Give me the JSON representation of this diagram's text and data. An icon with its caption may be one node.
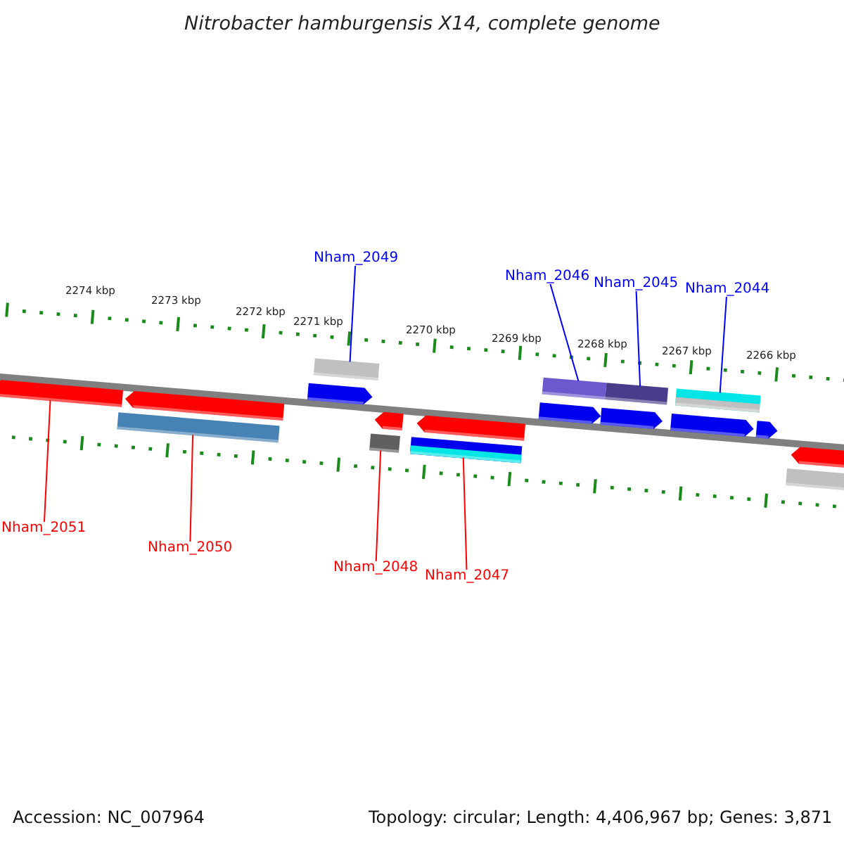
{
  "diagram": {
    "title": "Nitrobacter hamburgensis X14, complete genome",
    "nodes": [
      {
        "text": [
          "Nham_2049"
        ]
      },
      {
        "text": [
          "Nham_2046"
        ]
      },
      {
        "text": [
          "Nham_2045"
        ]
      },
      {
        "text": [
          "Nham_2044"
        ]
      },
      {
        "text": [
          "Nham_2051"
        ]
      },
      {
        "text": [
          "Nham_2050"
        ]
      },
      {
        "text": [
          "Nham_2048"
        ]
      },
      {
        "text": [
          "Nham_2047"
        ]
      },
      {
        "text": [],
        "shape": "arrow"
      },
      {
        "text": [],
        "shape": "bar"
      },
      {
        "text": [],
        "shape": "arrow"
      },
      {
        "text": [],
        "shape": "arrow"
      },
      {
        "text": [],
        "shape": "bar"
      },
      {
        "text": [],
        "shape": "bar"
      },
      {
        "text": [],
        "shape": "arrow"
      },
      {
        "text": [],
        "shape": "bar"
      },
      {
        "text": [],
        "shape": "arrow"
      },
      {
        "text": [],
        "shape": "arrow"
      },
      {
        "text": [],
        "shape": "bar"
      },
      {
        "text": [],
        "shape": "arrow"
      },
      {
        "text": [],
        "shape": "bar"
      },
      {
        "text": [],
        "shape": "arrow"
      },
      {
        "text": [],
        "shape": "bar"
      },
      {
        "text": [],
        "shape": "arrow"
      },
      {
        "text": [],
        "shape": "bar"
      },
      {
        "text": [],
        "shape": "arrow"
      }
    ],
    "edges": [
      {
        "from": 0,
        "to": 12,
        "arrow": "none",
        "color": "#0000ff"
      },
      {
        "from": 1,
        "to": 18,
        "arrow": "none",
        "color": "#0000ff"
      },
      {
        "from": 2,
        "to": 20,
        "arrow": "none",
        "color": "#0000ff"
      },
      {
        "from": 3,
        "to": 22,
        "arrow": "none",
        "color": "#0000ff"
      },
      {
        "from": 4,
        "to": 8,
        "arrow": "none",
        "color": "#ff0000"
      },
      {
        "from": 5,
        "to": 9,
        "arrow": "none",
        "color": "#ff0000"
      },
      {
        "from": 6,
        "to": 13,
        "arrow": "none",
        "color": "#ff0000"
      },
      {
        "from": 7,
        "to": 15,
        "arrow": "none",
        "color": "#ff0000"
      }
    ],
    "labels": [
      "2274 kbp",
      "2273 kbp",
      "2272 kbp",
      "2271 kbp",
      "2270 kbp",
      "2269 kbp",
      "2268 kbp",
      "2267 kbp",
      "2266 kbp",
      "Accession: NC_007964",
      "Topology: circular; Length: 4,406,967 bp; Genes: 3,871"
    ]
  }
}
